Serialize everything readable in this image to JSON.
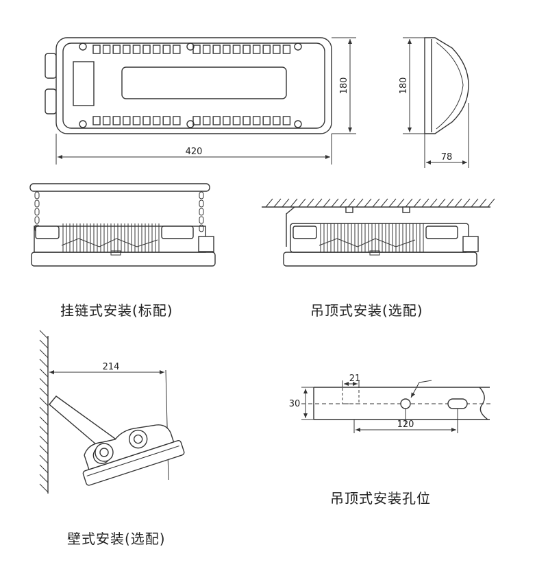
{
  "dimensions": {
    "top_width": "420",
    "top_height": "180",
    "side_height": "180",
    "side_depth": "78",
    "wall_reach": "214",
    "hole_width": "21",
    "hole_height": "30",
    "hole_spacing": "120"
  },
  "captions": {
    "chain_mount": "挂链式安装(标配)",
    "ceiling_mount": "吊顶式安装(选配)",
    "wall_mount": "壁式安装(选配)",
    "ceiling_holes": "吊顶式安装孔位"
  }
}
